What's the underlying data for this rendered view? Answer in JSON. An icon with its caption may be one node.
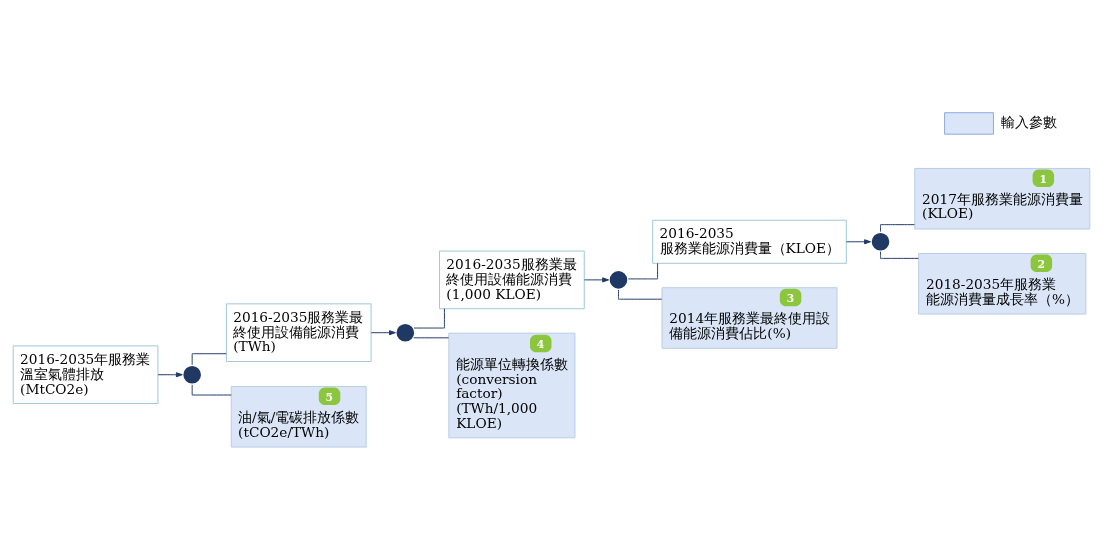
{
  "diagram": {
    "nodes": [
      {
        "text": [
          "2016-2035年服務業溫室氣體排放 (MtCO2e)"
        ]
      },
      {
        "text": [],
        "shape": "circle"
      },
      {
        "text": [
          "2016-2035服務業最終使用設備能源消費 (TWh)"
        ]
      },
      {
        "text": [],
        "shape": "circle"
      },
      {
        "text": [
          "2016-2035服務業最終使用設備能源消費 (1,000 KLOE)"
        ]
      },
      {
        "text": [],
        "shape": "circle"
      },
      {
        "text": [
          "2016-2035 服務業能源消費量（KLOE）"
        ]
      },
      {
        "text": [],
        "shape": "circle"
      },
      {
        "text": [
          "1",
          "2017年服務業能源消費量 (KLOE)"
        ]
      },
      {
        "text": [
          "2",
          "2018-2035年服務業能源消費量成長率（%）"
        ]
      },
      {
        "text": [
          "3",
          "2014年服務業最終使用設備能源消費佔比(%)"
        ]
      },
      {
        "text": [
          "4",
          "能源單位轉換係數 (conversion factor) (TWh/1,000 KLOE)"
        ]
      },
      {
        "text": [
          "5",
          "油/氣/電碳排放係數 (tCO2e/TWh)"
        ]
      }
    ],
    "edges": [
      {
        "from": 0,
        "to": 1,
        "arrow": "to"
      },
      {
        "from": 1,
        "to": 2,
        "arrow": "none"
      },
      {
        "from": 1,
        "to": 12,
        "arrow": "none"
      },
      {
        "from": 2,
        "to": 3,
        "arrow": "to"
      },
      {
        "from": 3,
        "to": 4,
        "arrow": "none"
      },
      {
        "from": 3,
        "to": 11,
        "arrow": "none"
      },
      {
        "from": 4,
        "to": 5,
        "arrow": "to"
      },
      {
        "from": 5,
        "to": 6,
        "arrow": "none"
      },
      {
        "from": 5,
        "to": 10,
        "arrow": "none"
      },
      {
        "from": 6,
        "to": 7,
        "arrow": "to"
      },
      {
        "from": 7,
        "to": 8,
        "arrow": "none"
      },
      {
        "from": 7,
        "to": 9,
        "arrow": "none"
      }
    ],
    "legend": [
      {
        "text": "輸入參數",
        "color": "#dae6f8"
      }
    ]
  }
}
